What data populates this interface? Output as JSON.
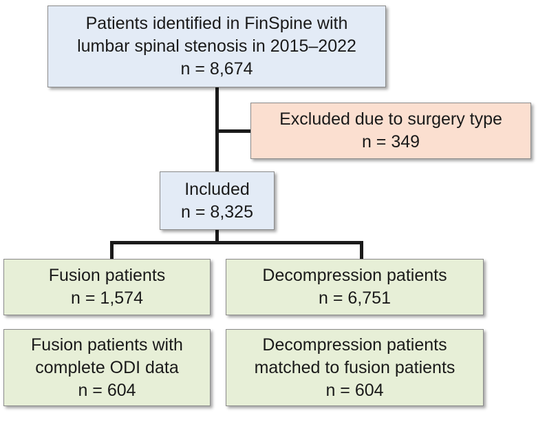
{
  "flow": {
    "identified": {
      "line1": "Patients identified in FinSpine with",
      "line2": "lumbar spinal stenosis in 2015–2022",
      "count": "n = 8,674"
    },
    "excluded": {
      "line1": "Excluded due to surgery type",
      "count": "n = 349"
    },
    "included": {
      "line1": "Included",
      "count": "n = 8,325"
    },
    "fusion": {
      "line1": "Fusion patients",
      "count": "n = 1,574"
    },
    "decompression": {
      "line1": "Decompression patients",
      "count": "n = 6,751"
    },
    "fusion_odi": {
      "line1": "Fusion patients with",
      "line2": "complete ODI data",
      "count": "n = 604"
    },
    "decompression_matched": {
      "line1": "Decompression patients",
      "line2": "matched to fusion patients",
      "count": "n = 604"
    }
  },
  "colors": {
    "blue_box": "#e3ebf6",
    "peach_box": "#fbdfd0",
    "green_box": "#e7efd7",
    "connector": "#1a1a1a"
  }
}
